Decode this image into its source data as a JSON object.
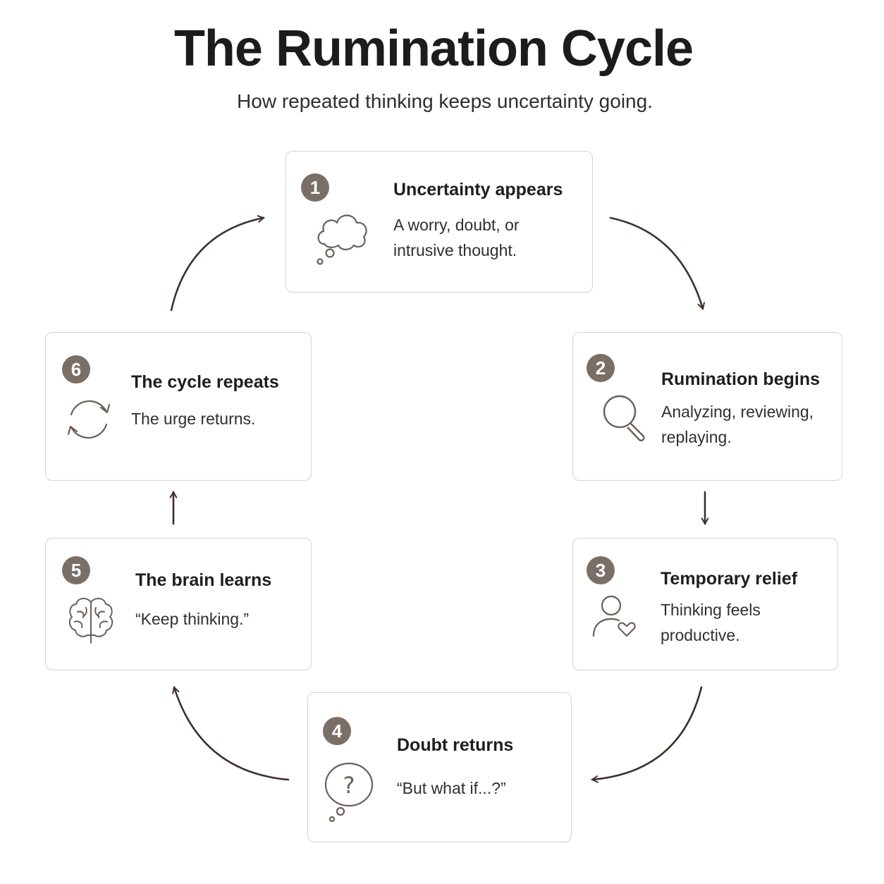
{
  "title": "The Rumination Cycle",
  "subtitle": "How repeated thinking keeps uncertainty going.",
  "colors": {
    "badge": "#7a6f67",
    "card_border": "#d9d2cc",
    "arrow": "#3d302b",
    "icon_stroke": "#6b5f58"
  },
  "steps": [
    {
      "number": "1",
      "title": "Uncertainty appears",
      "desc": "A worry, doubt, or intrusive thought.",
      "icon": "thought-cloud-icon"
    },
    {
      "number": "2",
      "title": "Rumination begins",
      "desc": "Analyzing, reviewing, replaying.",
      "icon": "magnifying-glass-icon"
    },
    {
      "number": "3",
      "title": "Temporary relief",
      "desc": "Thinking feels productive.",
      "icon": "person-heart-icon"
    },
    {
      "number": "4",
      "title": "Doubt returns",
      "desc": "“But what if...?”",
      "icon": "question-bubble-icon"
    },
    {
      "number": "5",
      "title": "The brain learns",
      "desc": "“Keep thinking.”",
      "icon": "brain-icon"
    },
    {
      "number": "6",
      "title": "The cycle repeats",
      "desc": "The urge returns.",
      "icon": "cycle-arrows-icon"
    }
  ]
}
